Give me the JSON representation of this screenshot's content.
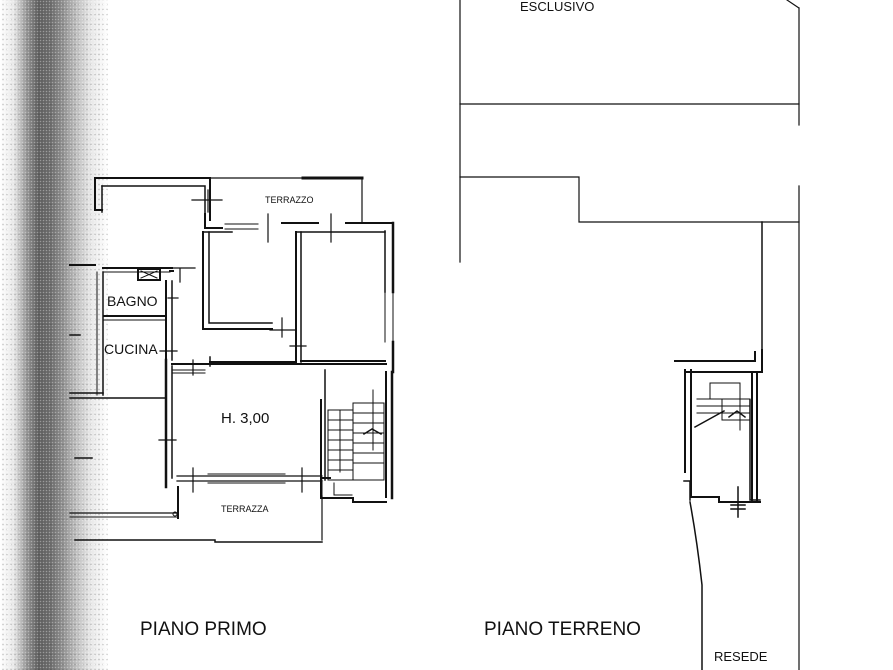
{
  "document": {
    "type": "floor-plan",
    "colors": {
      "line": "#111111",
      "background": "#ffffff",
      "scan_shadow": "#5f5f5f"
    }
  },
  "labels": {
    "esclusivo": "ESCLUSIVO",
    "terrazzo": "TERRAZZO",
    "bagno": "BAGNO",
    "cucina": "CUCINA",
    "room_height": "H. 3,00",
    "terrazza": "TERRAZZA",
    "piano_primo": "PIANO PRIMO",
    "piano_terreno": "PIANO TERRENO",
    "resede": "RESEDE"
  },
  "floors": [
    {
      "name": "PIANO PRIMO",
      "rooms": [
        "TERRAZZO",
        "BAGNO",
        "CUCINA",
        "H. 3,00",
        "TERRAZZA"
      ]
    },
    {
      "name": "PIANO TERRENO",
      "areas": [
        "ESCLUSIVO",
        "RESEDE"
      ]
    }
  ]
}
